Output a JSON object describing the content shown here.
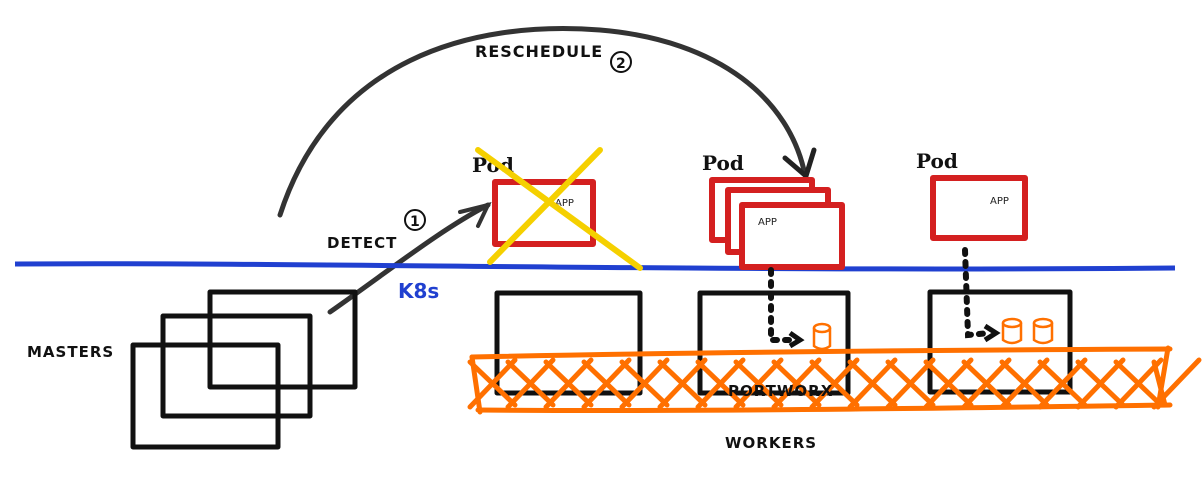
{
  "labels": {
    "reschedule": "RESCHEDULE",
    "reschedule_step": "2",
    "detect": "DETECT",
    "detect_step": "1",
    "k8s": "K8s",
    "masters": "MASTERS",
    "portworx": "PORTWORX",
    "workers": "WORKERS"
  },
  "pods": [
    {
      "label": "Pod",
      "app": "APP",
      "state": "failed"
    },
    {
      "label": "Pod",
      "app": "APP",
      "state": "rescheduled"
    },
    {
      "label": "Pod",
      "app": "APP",
      "state": "running"
    }
  ],
  "colors": {
    "k8s_line": "#2040d0",
    "pod": "#d42020",
    "failed_cross": "#f5d000",
    "portworx": "#ff7000",
    "ink": "#111111"
  }
}
